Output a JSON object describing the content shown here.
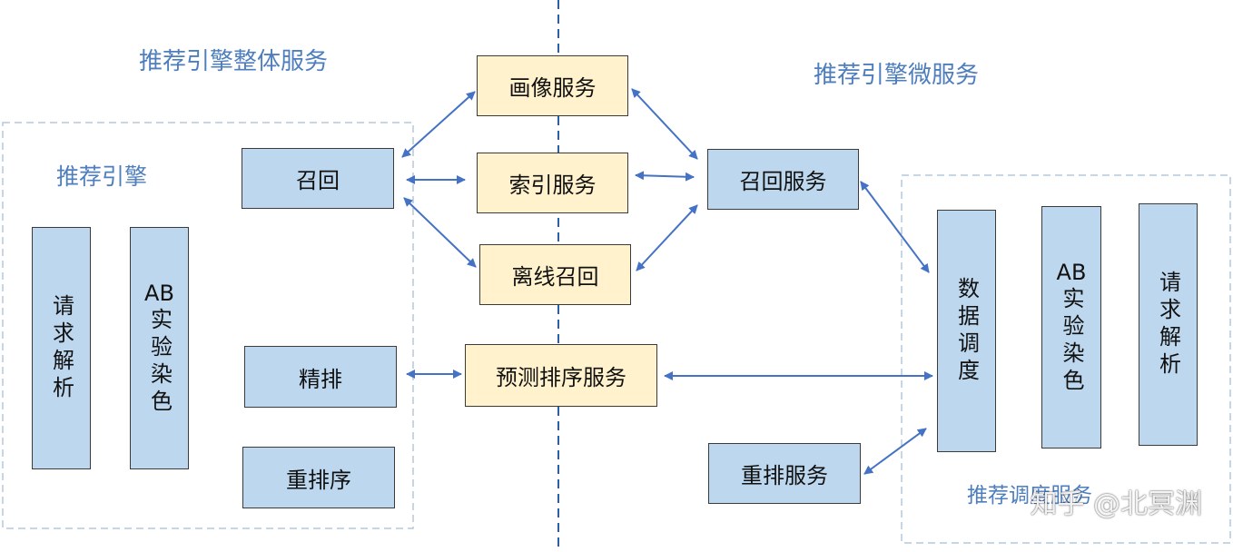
{
  "titles": {
    "monolith": "推荐引擎整体服务",
    "micro": "推荐引擎微服务",
    "engine": "推荐引擎",
    "dispatch": "推荐调度服务"
  },
  "left_vertical": {
    "parse": "请求解析",
    "ab_prefix": "AB",
    "ab_rest": "实验染色"
  },
  "left_boxes": {
    "recall": "召回",
    "fine_rank": "精排",
    "rerank": "重排序"
  },
  "middle_boxes": {
    "profile": "画像服务",
    "index": "索引服务",
    "offline_recall": "离线召回",
    "predict_rank": "预测排序服务"
  },
  "right_boxes": {
    "recall_service": "召回服务",
    "rerank_service": "重排服务"
  },
  "right_vertical": {
    "data_dispatch": "数据调度",
    "ab_prefix": "AB",
    "ab_rest": "实验染色",
    "parse": "请求解析"
  },
  "watermark": "知乎 @北冥渊",
  "colors": {
    "title": "#4e7ebd",
    "blue_box": "#bdd7ee",
    "yellow_box": "#fff2cc",
    "arrow": "#4472c4",
    "dashed_region": "#b4c8dc",
    "divider": "#2e5fa3"
  }
}
